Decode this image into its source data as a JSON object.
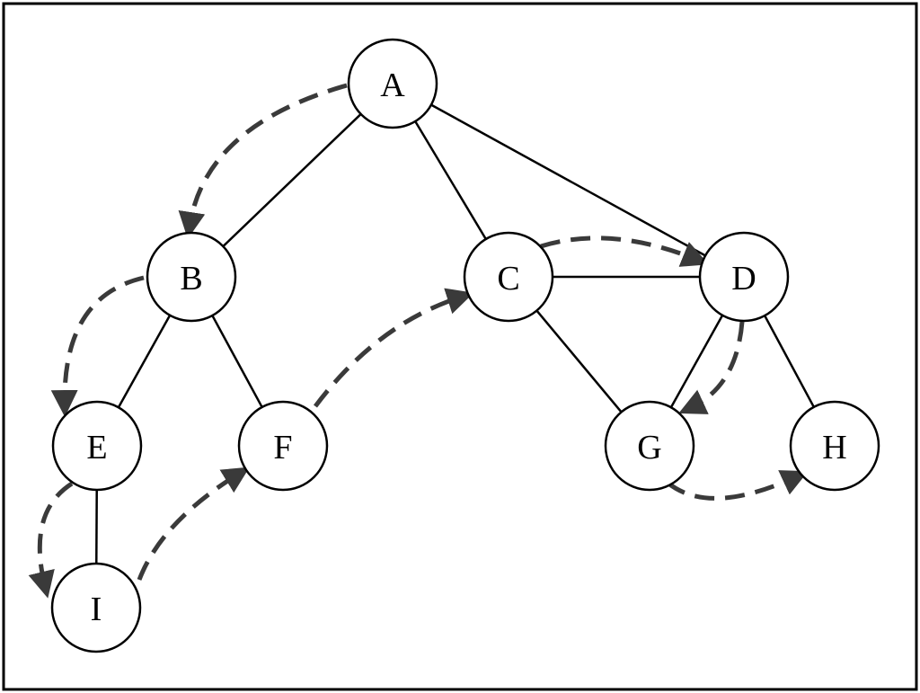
{
  "graph": {
    "nodes": [
      {
        "id": "A",
        "label": "A"
      },
      {
        "id": "B",
        "label": "B"
      },
      {
        "id": "C",
        "label": "C"
      },
      {
        "id": "D",
        "label": "D"
      },
      {
        "id": "E",
        "label": "E"
      },
      {
        "id": "F",
        "label": "F"
      },
      {
        "id": "G",
        "label": "G"
      },
      {
        "id": "H",
        "label": "H"
      },
      {
        "id": "I",
        "label": "I"
      }
    ],
    "edges": [
      [
        "A",
        "B"
      ],
      [
        "A",
        "C"
      ],
      [
        "A",
        "D"
      ],
      [
        "B",
        "E"
      ],
      [
        "B",
        "F"
      ],
      [
        "C",
        "D"
      ],
      [
        "C",
        "G"
      ],
      [
        "D",
        "G"
      ],
      [
        "D",
        "H"
      ],
      [
        "E",
        "I"
      ]
    ],
    "traversal_order": [
      "A",
      "B",
      "E",
      "I",
      "F",
      "C",
      "D",
      "G",
      "H"
    ],
    "colors": {
      "edge": "#000000",
      "traversal_arrow": "#3a3a3a",
      "node_fill": "#ffffff"
    }
  }
}
